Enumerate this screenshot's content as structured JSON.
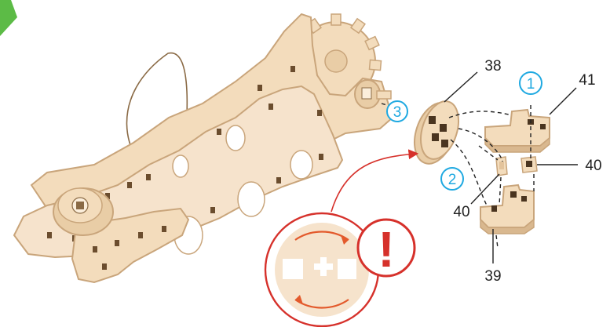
{
  "callouts": {
    "part_38": "38",
    "part_41": "41",
    "part_40_right": "40",
    "part_40_left": "40",
    "part_39": "39"
  },
  "steps": {
    "step_1": "1",
    "step_2": "2",
    "step_3": "3"
  },
  "alert": {
    "glyph": "!"
  },
  "colors": {
    "wood_fill": "#f3dcbc",
    "wood_edge": "#c9a57b",
    "wood_dark": "#8a6a45",
    "step_circle": "#1fa9e1",
    "callout_line": "#222222",
    "detail_circle": "#d6312b",
    "detail_fill": "#f6e3cc",
    "corner_accent": "#5cbb46"
  },
  "icons": {
    "alert_icon": "exclamation-warning-icon",
    "rotate_arrows": "rotation-arrows-icon"
  }
}
